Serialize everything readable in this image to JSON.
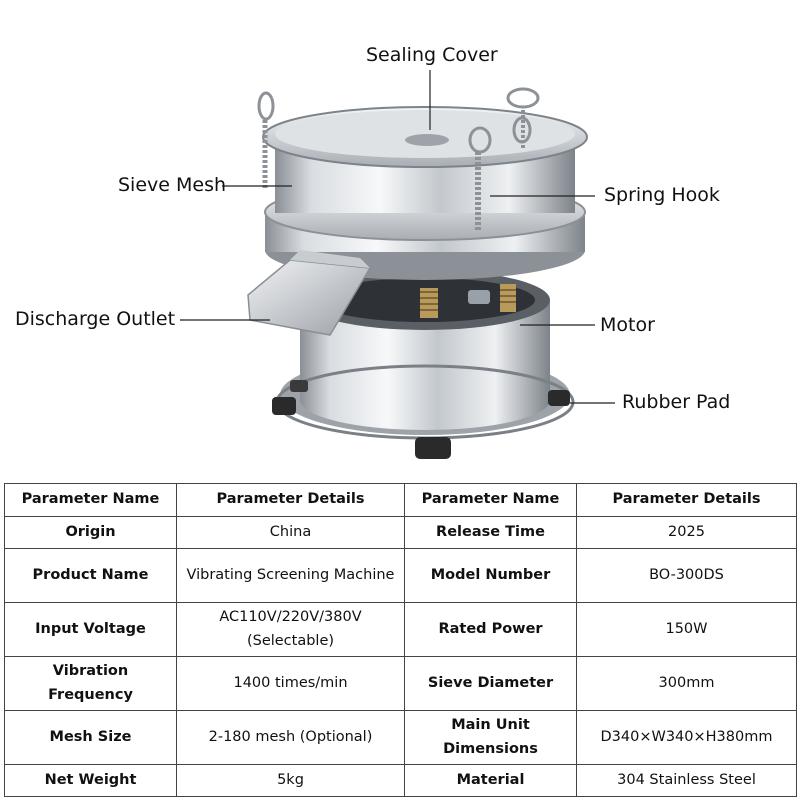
{
  "callouts": {
    "sealing_cover": "Sealing Cover",
    "sieve_mesh": "Sieve Mesh",
    "spring_hook": "Spring Hook",
    "discharge_outlet": "Discharge Outlet",
    "motor": "Motor",
    "rubber_pad": "Rubber Pad"
  },
  "table": {
    "headers": [
      "Parameter Name",
      "Parameter Details",
      "Parameter Name",
      "Parameter Details"
    ],
    "rows": [
      [
        "Origin",
        "China",
        "Release Time",
        "2025"
      ],
      [
        "Product Name",
        "Vibrating Screening Machine",
        "Model Number",
        "BO-300DS"
      ],
      [
        "Input Voltage",
        "AC110V/220V/380V (Selectable)",
        "Rated Power",
        "150W"
      ],
      [
        "Vibration Frequency",
        "1400 times/min",
        "Sieve Diameter",
        "300mm"
      ],
      [
        "Mesh Size",
        "2-180 mesh (Optional)",
        "Main Unit Dimensions",
        "D340×W340×H380mm"
      ],
      [
        "Net Weight",
        "5kg",
        "Material",
        "304 Stainless Steel"
      ]
    ]
  },
  "colors": {
    "steel_light": "#e9ecef",
    "steel_mid": "#b7bcc2",
    "steel_dark": "#6c7178",
    "rubber": "#2a2a2a",
    "border": "#444444"
  }
}
